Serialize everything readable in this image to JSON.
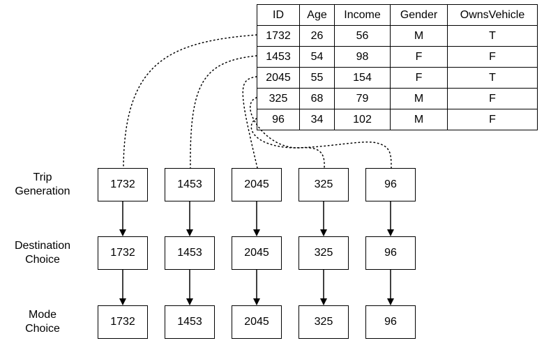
{
  "table": {
    "headers": [
      "ID",
      "Age",
      "Income",
      "Gender",
      "OwnsVehicle"
    ],
    "rows": [
      [
        "1732",
        "26",
        "56",
        "M",
        "T"
      ],
      [
        "1453",
        "54",
        "98",
        "F",
        "F"
      ],
      [
        "2045",
        "55",
        "154",
        "F",
        "T"
      ],
      [
        "325",
        "68",
        "79",
        "M",
        "F"
      ],
      [
        "96",
        "34",
        "102",
        "M",
        "F"
      ]
    ]
  },
  "stages": [
    {
      "line1": "Trip",
      "line2": "Generation"
    },
    {
      "line1": "Destination",
      "line2": "Choice"
    },
    {
      "line1": "Mode",
      "line2": "Choice"
    }
  ],
  "agents": [
    "1732",
    "1453",
    "2045",
    "325",
    "96"
  ]
}
